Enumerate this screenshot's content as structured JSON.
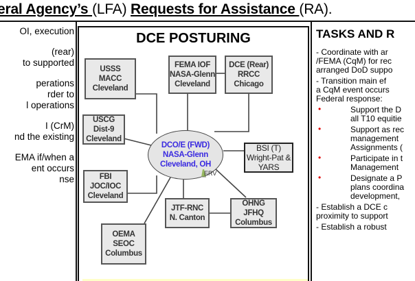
{
  "header": {
    "title_part1": "eral Agency’s ",
    "title_part2": "(LFA) ",
    "title_part3": "Requests for Assistance ",
    "title_part4": "(RA)."
  },
  "left_column": {
    "blocks": [
      [
        "OI, execution"
      ],
      [
        "(rear)",
        "to supported"
      ],
      [
        "perations",
        "rder to",
        "l operations"
      ],
      [
        "I (CrM)",
        "nd the existing"
      ],
      [
        "EMA if/when a",
        "ent occurs",
        "nse"
      ]
    ]
  },
  "dce_posturing": {
    "title": "DCE POSTURING",
    "hub": {
      "line1": "DCO/E (FWD)",
      "line2": "NASA-Glenn",
      "line3": "Cleveland, OH"
    },
    "nodes": {
      "usss": [
        "USSS",
        "MACC",
        "Cleveland"
      ],
      "fema": [
        "FEMA IOF",
        "NASA-Glenn",
        "Cleveland"
      ],
      "dce_rear": [
        "DCE (Rear)",
        "RRCC",
        "Chicago"
      ],
      "uscg": [
        "USCG Dist-9",
        "Cleveland"
      ],
      "bsi": [
        "BSI (T)",
        "Wright-Pat &",
        "YARS"
      ],
      "fbi": [
        "FBI JOC/IOC",
        "Cleveland"
      ],
      "jtf": [
        "JTF-RNC",
        "N. Canton"
      ],
      "ohng": [
        "OHNG JFHQ",
        "Columbus"
      ],
      "oema": [
        "OEMA",
        "SEOC",
        "Columbus"
      ]
    },
    "erv_label": "ERV",
    "colors": {
      "hub_text": "#3a2ae0",
      "node_fill": "#e9e9e9",
      "bullet": "#e00000"
    }
  },
  "tasks": {
    "title": "TASKS AND R",
    "para1": [
      "-  Coordinate with ar",
      "/FEMA (CqM) for rec",
      "arranged DoD suppo"
    ],
    "para2": [
      "-  Transition main ef",
      "a CqM event occurs",
      "Federal response:"
    ],
    "bullets": [
      [
        "Support the D",
        "all T10 equitie"
      ],
      [
        "Support as rec",
        "management ",
        "Assignments ("
      ],
      [
        "Participate in t",
        "Management "
      ],
      [
        "Designate a P",
        "plans coordina",
        "development,"
      ]
    ],
    "para3": [
      "-  Establish a DCE c",
      "proximity to support"
    ],
    "para4": [
      "-  Establish a robust"
    ]
  }
}
